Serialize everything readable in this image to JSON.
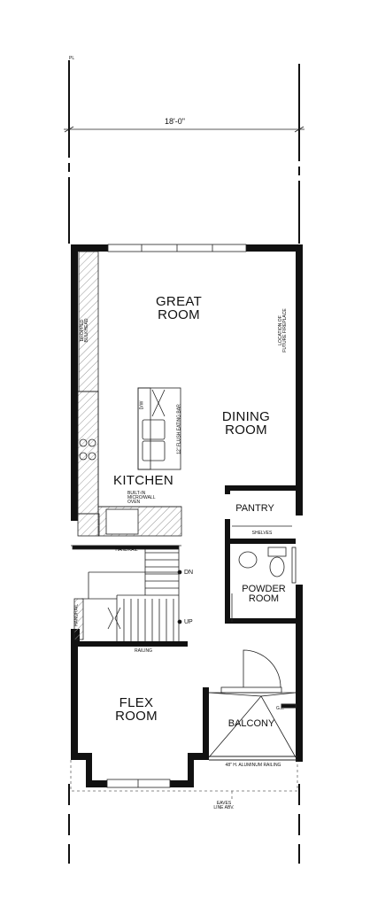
{
  "dimensions": {
    "width_label": "18'-0\"",
    "property_line": "PL"
  },
  "rooms": {
    "great_room": "GREAT\nROOM",
    "dining_room": "DINING\nROOM",
    "kitchen": "KITCHEN",
    "pantry": "PANTRY",
    "powder_room": "POWDER\nROOM",
    "flex_room": "FLEX\nROOM",
    "balcony": "BALCONY"
  },
  "notes": {
    "dropped_bulkhead": "DROPPED\nBULKHEAD",
    "future_fireplace": "LOCATION OF\nFUTURE FIREPLACE",
    "flush_eating_bar": "12\" FLUSH EATING BAR",
    "dw": "D/W",
    "built_in_oven": "BUILT-IN\nMICRO/WALL\nOVEN",
    "shelves": "SHELVES",
    "handrail_upper": "HANDRAIL",
    "handrail_lower": "HANDRAIL",
    "dn": "DN",
    "up": "UP",
    "railing": "RAILING",
    "gl": "G.L.",
    "aluminum_railing": "48\" H. ALUMINUM RAILING",
    "eaves": "EAVES\nLINE ABV."
  },
  "colors": {
    "wall": "#111111",
    "line": "#222222",
    "hatch": "#888888",
    "background": "#ffffff"
  }
}
